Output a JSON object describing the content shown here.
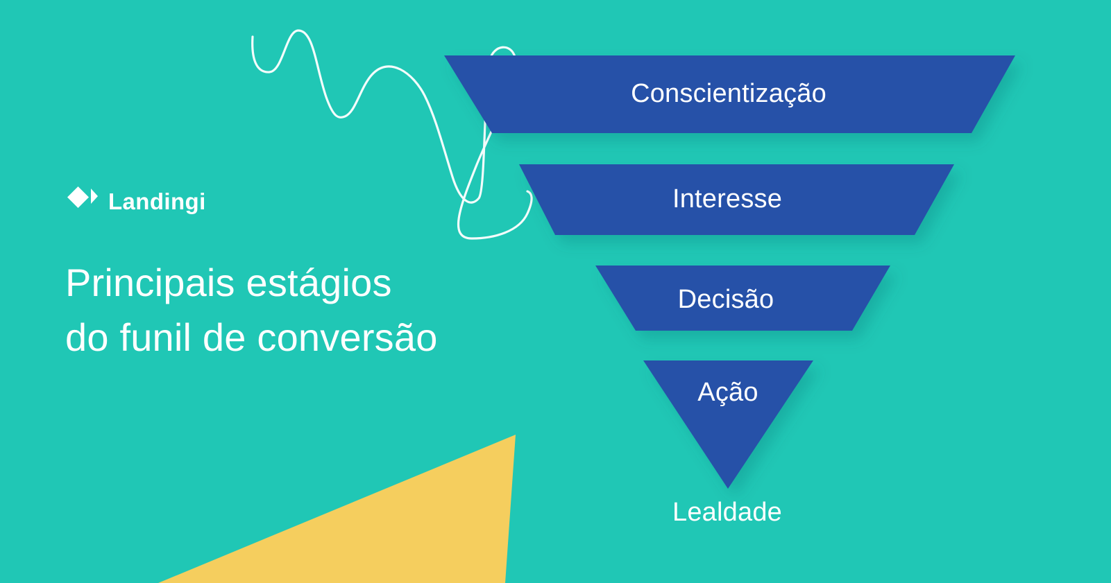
{
  "theme": {
    "background_teal": "#20C7B5",
    "funnel_blue": "#2851A8",
    "accent_yellow": "#F5CE5E",
    "text_white": "#FFFFFF"
  },
  "brand": {
    "name": "Landingi",
    "logo_icon": "landingi-diamond-icon"
  },
  "headline": {
    "line1": "Principais estágios",
    "line2": "do funil de conversão"
  },
  "funnel": {
    "stages": [
      {
        "label": "Conscientização",
        "shape": "trapezoid",
        "inside": true
      },
      {
        "label": "Interesse",
        "shape": "trapezoid",
        "inside": true
      },
      {
        "label": "Decisão",
        "shape": "trapezoid",
        "inside": true
      },
      {
        "label": "Ação",
        "shape": "triangle",
        "inside": true
      },
      {
        "label": "Lealdade",
        "shape": "none",
        "inside": false
      }
    ]
  },
  "decorations": {
    "squiggle": "wavy-line-decoration",
    "triangle": "yellow-triangle-decoration"
  }
}
